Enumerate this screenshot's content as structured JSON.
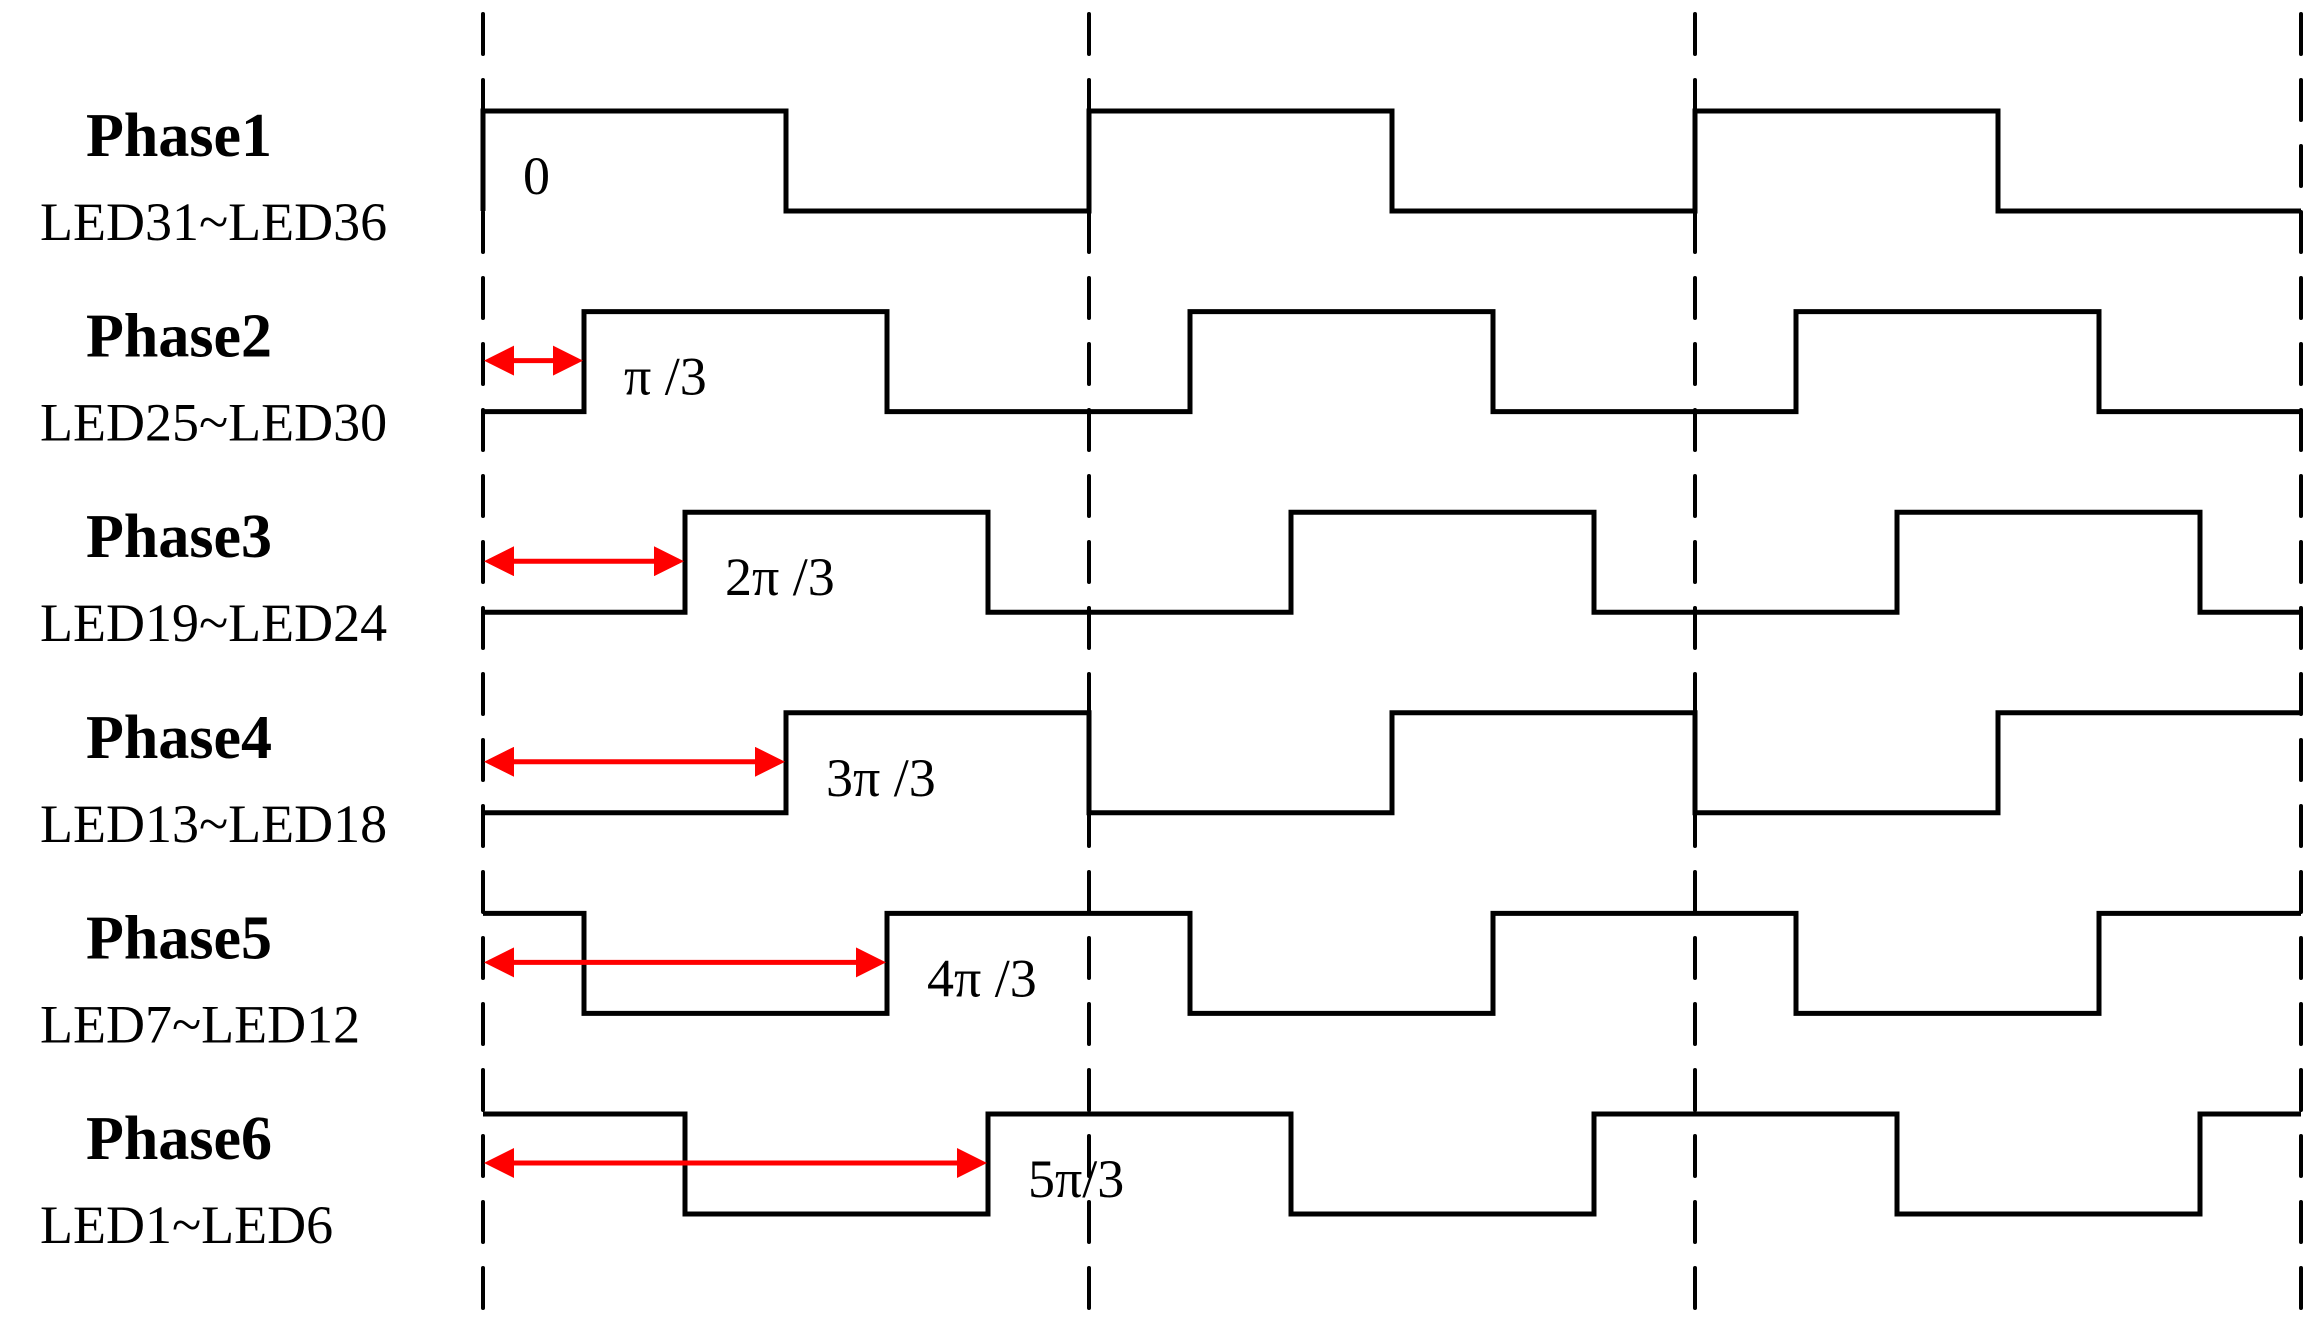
{
  "chart_data": {
    "type": "timing-diagram",
    "title": "",
    "x_unit": "phase (rad)",
    "period": "2π",
    "periods_shown": 3,
    "x_range": [
      "0",
      "6π"
    ],
    "period_markers": [
      "0",
      "2π",
      "4π",
      "6π"
    ],
    "duty_cycle": 0.5,
    "colors": {
      "waveform": "#000000",
      "arrow": "#ff0000",
      "grid": "#000000"
    },
    "series": [
      {
        "name": "Phase1",
        "leds": "LED31~LED36",
        "offset_label": "0",
        "offset_thirds_pi": 0,
        "has_arrow": false
      },
      {
        "name": "Phase2",
        "leds": "LED25~LED30",
        "offset_label": "π /3",
        "offset_thirds_pi": 1,
        "has_arrow": true
      },
      {
        "name": "Phase3",
        "leds": "LED19~LED24",
        "offset_label": "2π /3",
        "offset_thirds_pi": 2,
        "has_arrow": true
      },
      {
        "name": "Phase4",
        "leds": "LED13~LED18",
        "offset_label": "3π /3",
        "offset_thirds_pi": 3,
        "has_arrow": true
      },
      {
        "name": "Phase5",
        "leds": "LED7~LED12",
        "offset_label": "4π /3",
        "offset_thirds_pi": 4,
        "has_arrow": true
      },
      {
        "name": "Phase6",
        "leds": "LED1~LED6",
        "offset_label": "5π/3",
        "offset_thirds_pi": 5,
        "has_arrow": true
      }
    ]
  }
}
